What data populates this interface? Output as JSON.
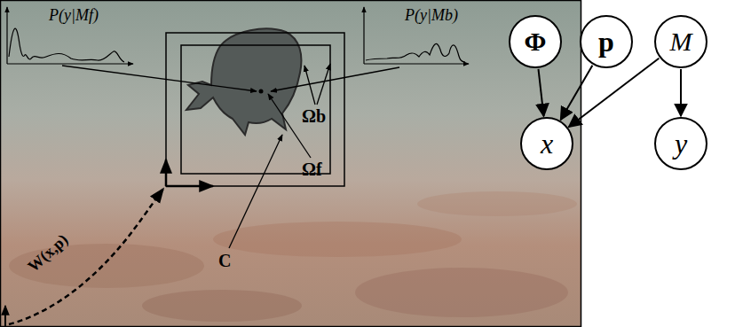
{
  "diagram": {
    "nodes": [
      {
        "text": [
          "Φ"
        ]
      },
      {
        "text": [
          "p"
        ]
      },
      {
        "text": [
          "M"
        ]
      },
      {
        "text": [
          "x"
        ]
      },
      {
        "text": [
          "y"
        ]
      }
    ],
    "edges": [
      {
        "from": 0,
        "to": 3,
        "arrow": "to"
      },
      {
        "from": 1,
        "to": 3,
        "arrow": "to"
      },
      {
        "from": 2,
        "to": 3,
        "arrow": "to"
      },
      {
        "from": 2,
        "to": 4,
        "arrow": "to"
      }
    ],
    "labels": [
      "P(y|Mf)",
      "P(y|Mb)",
      "Ωb",
      "Ωf",
      "C",
      "W(x,p)"
    ]
  }
}
